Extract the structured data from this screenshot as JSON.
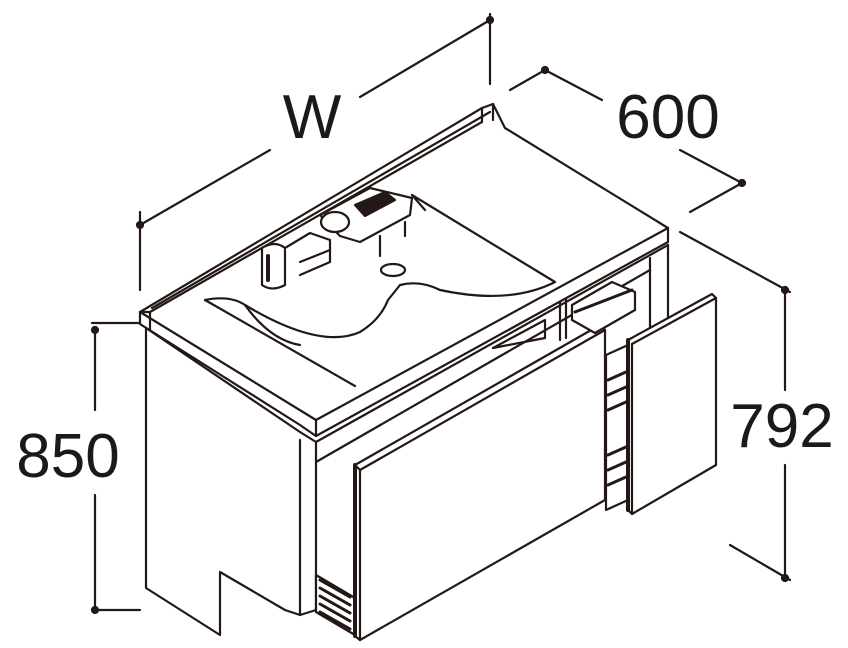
{
  "dimensions": {
    "width_label": "W",
    "depth_label": "600",
    "height_total_label": "850",
    "height_cabinet_label": "792"
  },
  "colors": {
    "line": "#231815",
    "surface": "#ffffff",
    "shade": "#231815"
  }
}
